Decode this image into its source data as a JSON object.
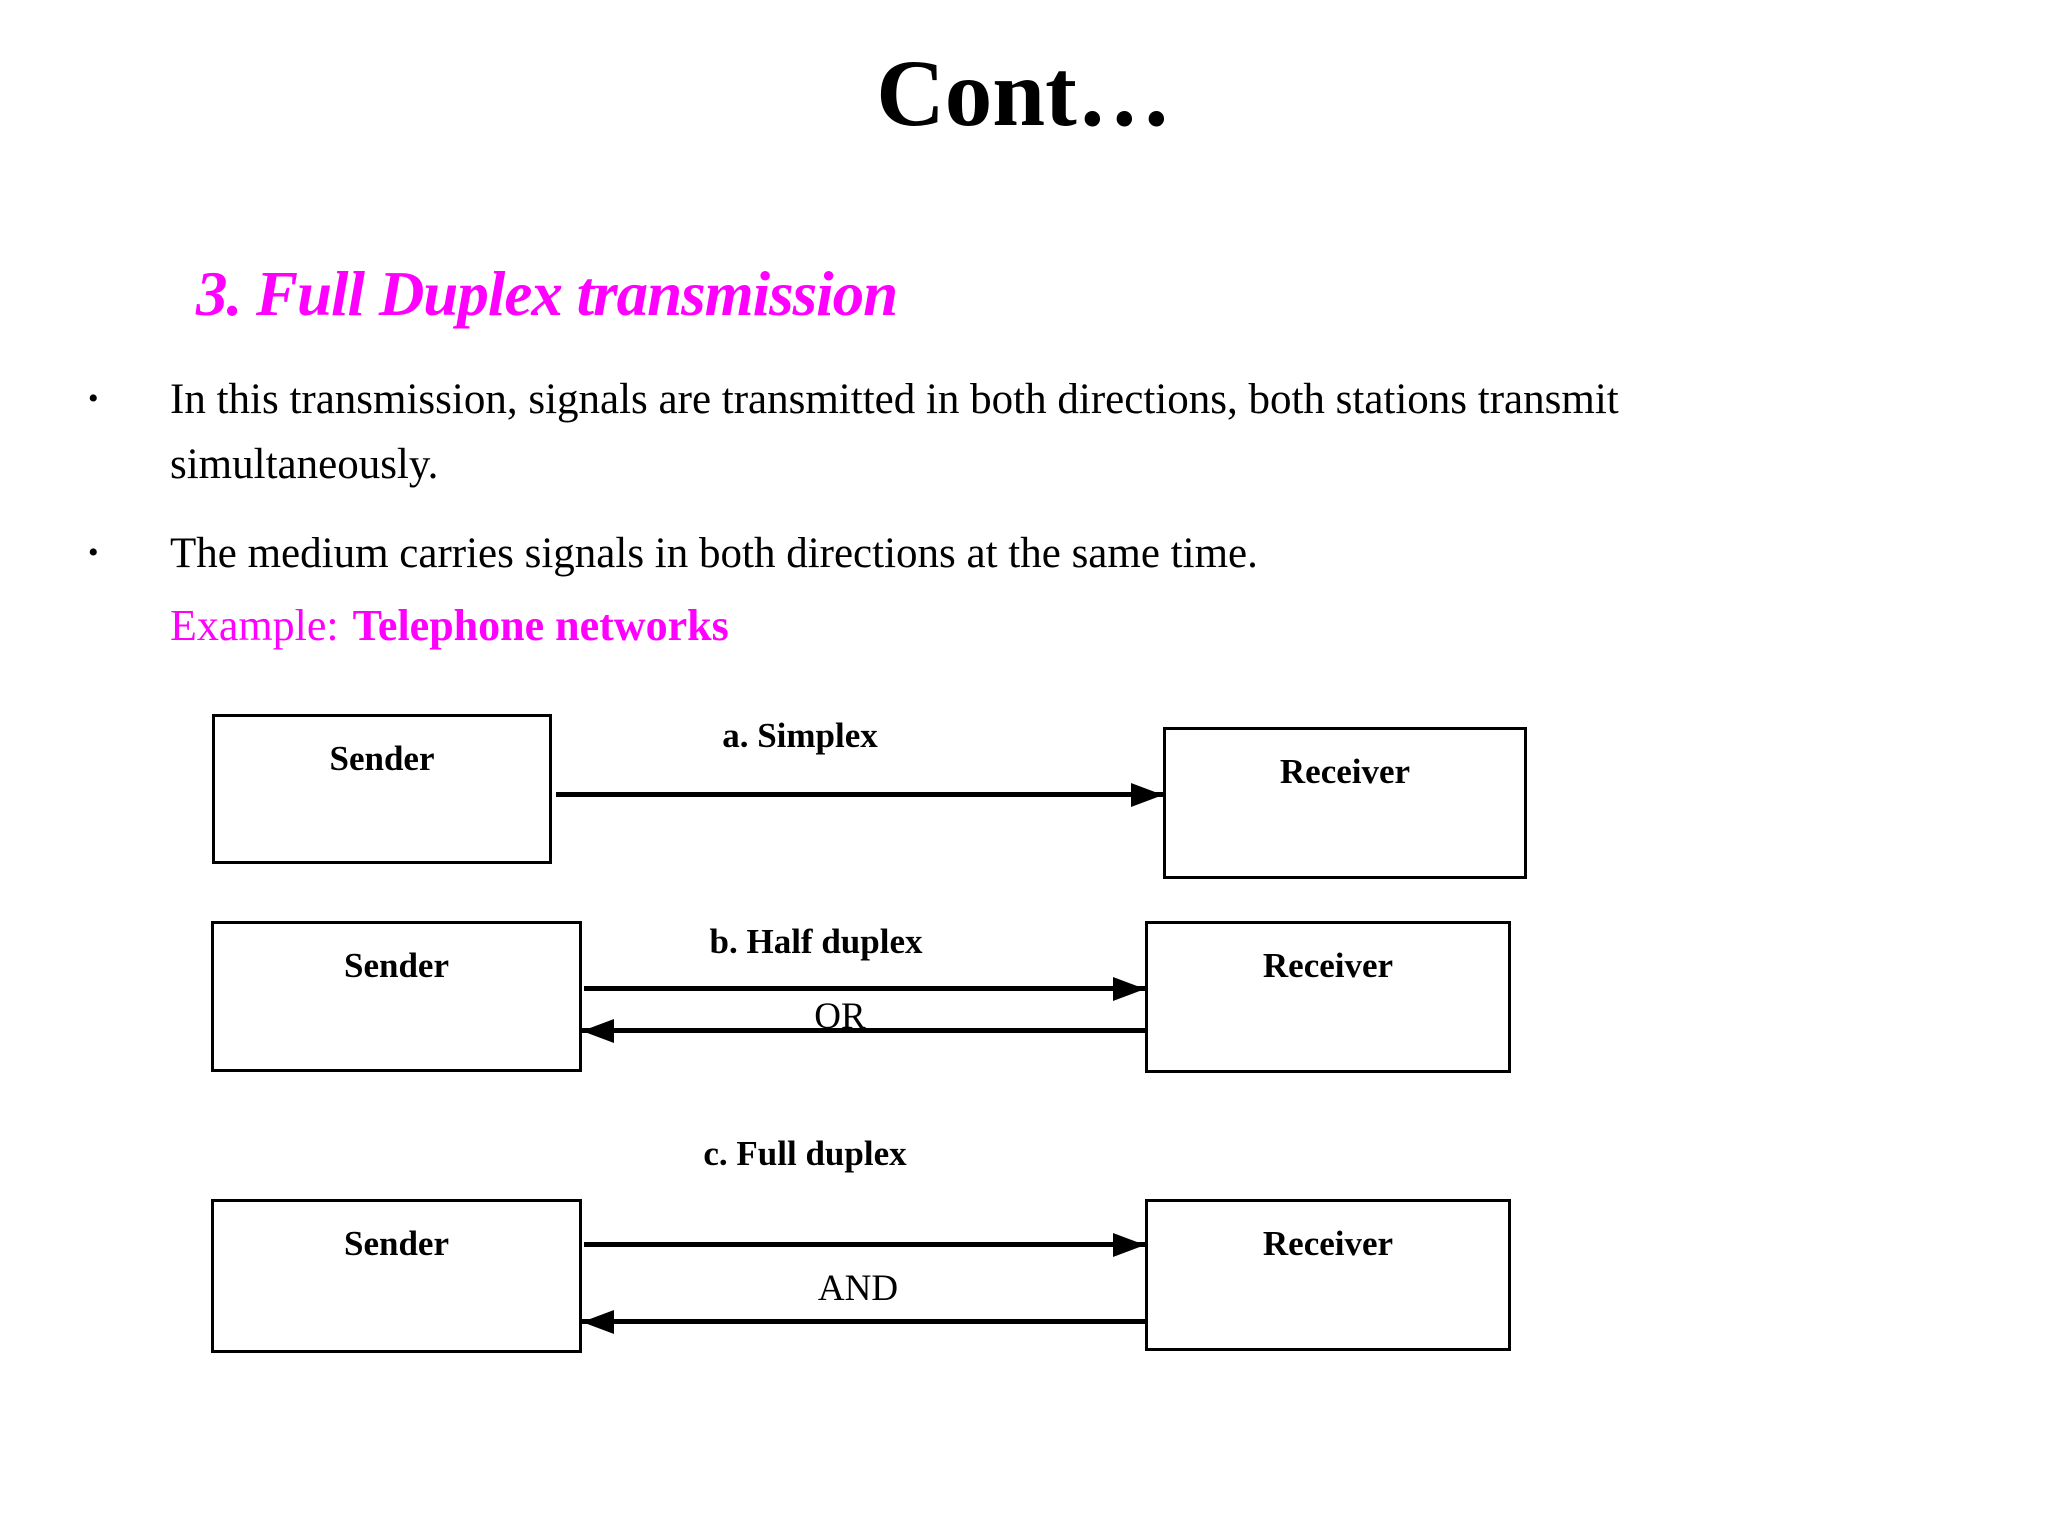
{
  "slide": {
    "title": "Cont…",
    "section_heading": "3. Full Duplex transmission",
    "bullet_glyph": "•",
    "bullets": [
      {
        "text": "In this transmission, signals are transmitted in both directions, both stations transmit simultaneously."
      },
      {
        "text": "The medium carries signals in both directions at the same time."
      }
    ],
    "example": {
      "label": "Example:",
      "value": "Telephone networks"
    }
  },
  "diagram": {
    "rows": [
      {
        "label": "a. Simplex",
        "sender_label": "Sender",
        "receiver_label": "Receiver",
        "connector_label": ""
      },
      {
        "label": "b. Half duplex",
        "sender_label": "Sender",
        "receiver_label": "Receiver",
        "connector_label": "OR"
      },
      {
        "label": "c. Full duplex",
        "sender_label": "Sender",
        "receiver_label": "Receiver",
        "connector_label": "AND"
      }
    ]
  },
  "colors": {
    "accent_magenta": "#FF00FF",
    "text_black": "#000000",
    "background_white": "#FFFFFF"
  }
}
